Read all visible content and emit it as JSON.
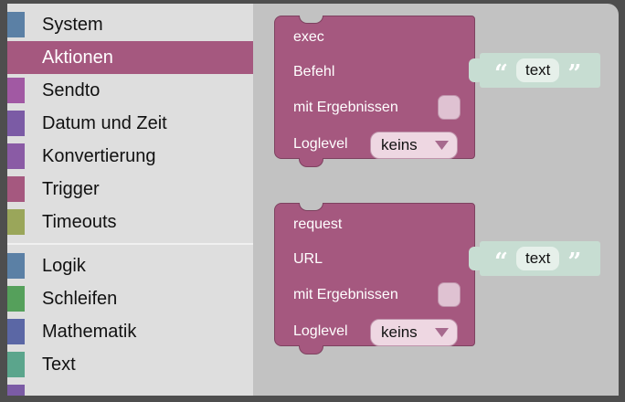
{
  "sidebar": {
    "items": [
      {
        "label": "System",
        "color": "#5b80a5"
      },
      {
        "label": "Aktionen",
        "color": "#a5587f",
        "selected": true
      },
      {
        "label": "Sendto",
        "color": "#a159a3"
      },
      {
        "label": "Datum und Zeit",
        "color": "#7b5ba5"
      },
      {
        "label": "Konvertierung",
        "color": "#8a5ba5"
      },
      {
        "label": "Trigger",
        "color": "#a5587f"
      },
      {
        "label": "Timeouts",
        "color": "#9aa65a"
      },
      {
        "label": "Logik",
        "color": "#5b80a5"
      },
      {
        "label": "Schleifen",
        "color": "#55a05b"
      },
      {
        "label": "Mathematik",
        "color": "#5b67a5"
      },
      {
        "label": "Text",
        "color": "#5ba58c"
      },
      {
        "label": "",
        "color": "#7b5ba5"
      }
    ]
  },
  "blocks": [
    {
      "title": "exec",
      "value_label": "Befehl",
      "result_label": "mit Ergebnissen",
      "loglevel_label": "Loglevel",
      "loglevel_value": "keins",
      "shadow_text": "text"
    },
    {
      "title": "request",
      "value_label": "URL",
      "result_label": "mit Ergebnissen",
      "loglevel_label": "Loglevel",
      "loglevel_value": "keins",
      "shadow_text": "text"
    }
  ],
  "quotes": {
    "open": "“",
    "close": "”"
  },
  "colors": {
    "frame": "#4e4e4e",
    "workspace_bg": "#c2c2c2",
    "toolbox_bg": "#dedede",
    "selected_bg": "#a5587f",
    "block_fill": "#a5587f",
    "block_border": "#7e4260",
    "shadow_fill": "#c7ddd2",
    "text_field_bg": "#e6f0ea",
    "checkbox_bg": "#dfc2d2",
    "dropdown_bg": "#eed7e2",
    "dropdown_arrow": "#a76a8e"
  }
}
